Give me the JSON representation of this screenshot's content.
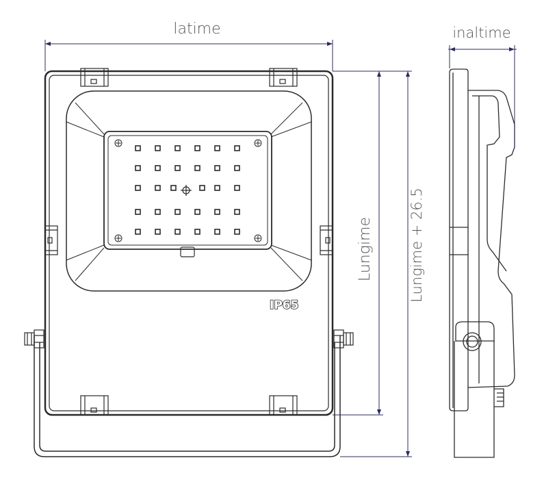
{
  "labels": {
    "width": "latime",
    "height": "inaltime",
    "length": "Lungime",
    "length_total": "Lungime + 26.5",
    "ip_rating": "IP65"
  },
  "colors": {
    "outline": "#2a2a2a",
    "dimension_line": "#2b2b5e",
    "label_text": "#555555"
  }
}
